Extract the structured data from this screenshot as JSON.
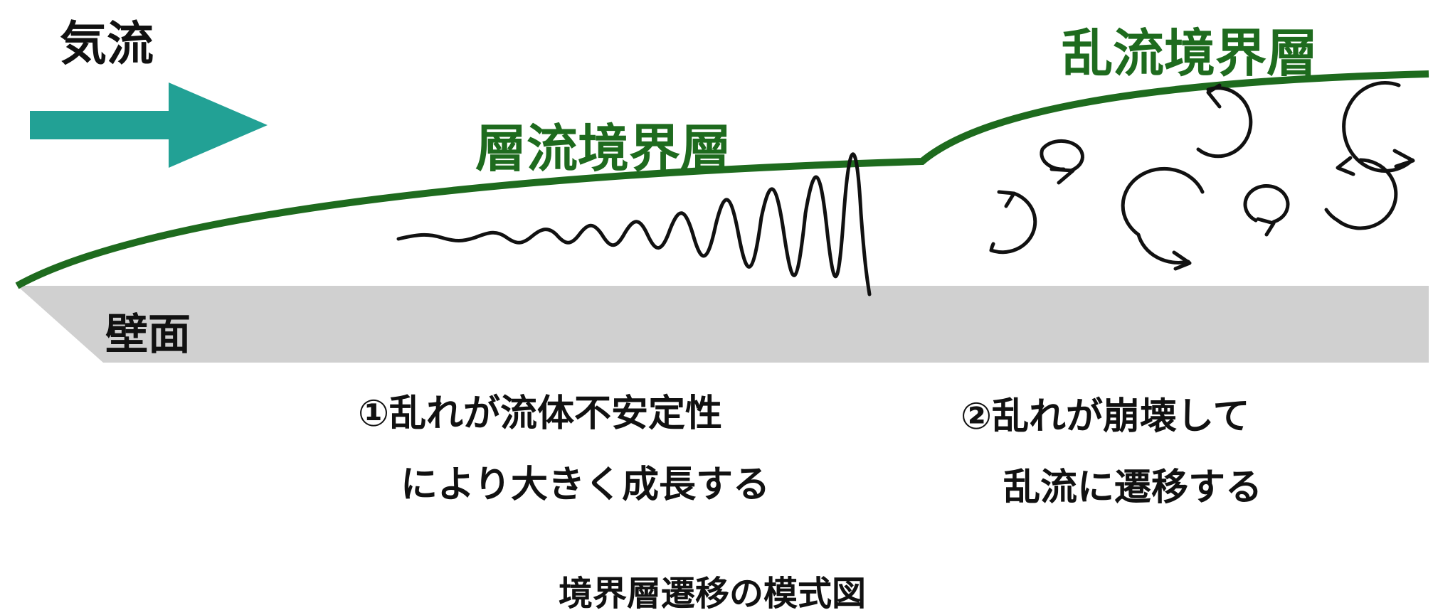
{
  "labels": {
    "airflow": "気流",
    "laminar_layer": "層流境界層",
    "turbulent_layer": "乱流境界層",
    "wall": "壁面",
    "step1_line1": "①乱れが流体不安定性",
    "step1_line2": "により大きく成長する",
    "step2_line1": "②乱れが崩壊して",
    "step2_line2": "乱流に遷移する",
    "caption": "境界層遷移の模式図"
  },
  "colors": {
    "arrow": "#22a195",
    "boundary_layer": "#1e6b1e",
    "wall": "#d0d0d0",
    "ink": "#111111"
  },
  "icons": {
    "flow_arrow": "right-arrow-icon",
    "eddy": "curved-arrow-icon"
  }
}
